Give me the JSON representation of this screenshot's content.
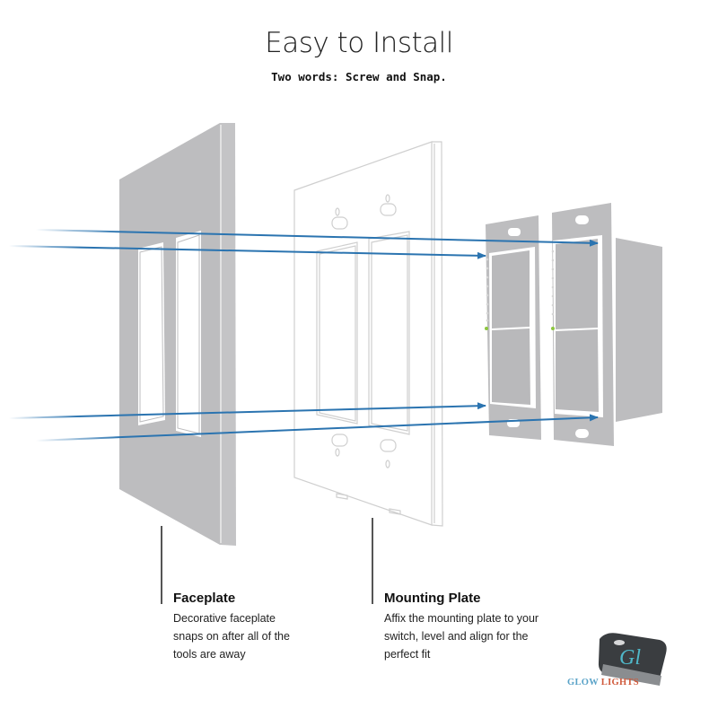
{
  "header": {
    "title": "Easy to Install",
    "subtitle": "Two words: Screw and Snap."
  },
  "components": [
    {
      "id": "faceplate",
      "label": "Faceplate",
      "description": "Decorative faceplate snaps on after all of the tools are away"
    },
    {
      "id": "mounting-plate",
      "label": "Mounting Plate",
      "description": "Affix the mounting plate to your switch, level and align for the perfect fit"
    }
  ],
  "logo": {
    "monogram": "Gl",
    "word1": "GLOW",
    "word2": "LIGHTS"
  },
  "colors": {
    "arrow": "#2b74b0",
    "faceplate": "#bdbdbf",
    "switch": "#b9b9bb",
    "indicator": "#8cc63f",
    "logo_glow": "#5aa3c8",
    "logo_lights": "#d05a3c"
  }
}
